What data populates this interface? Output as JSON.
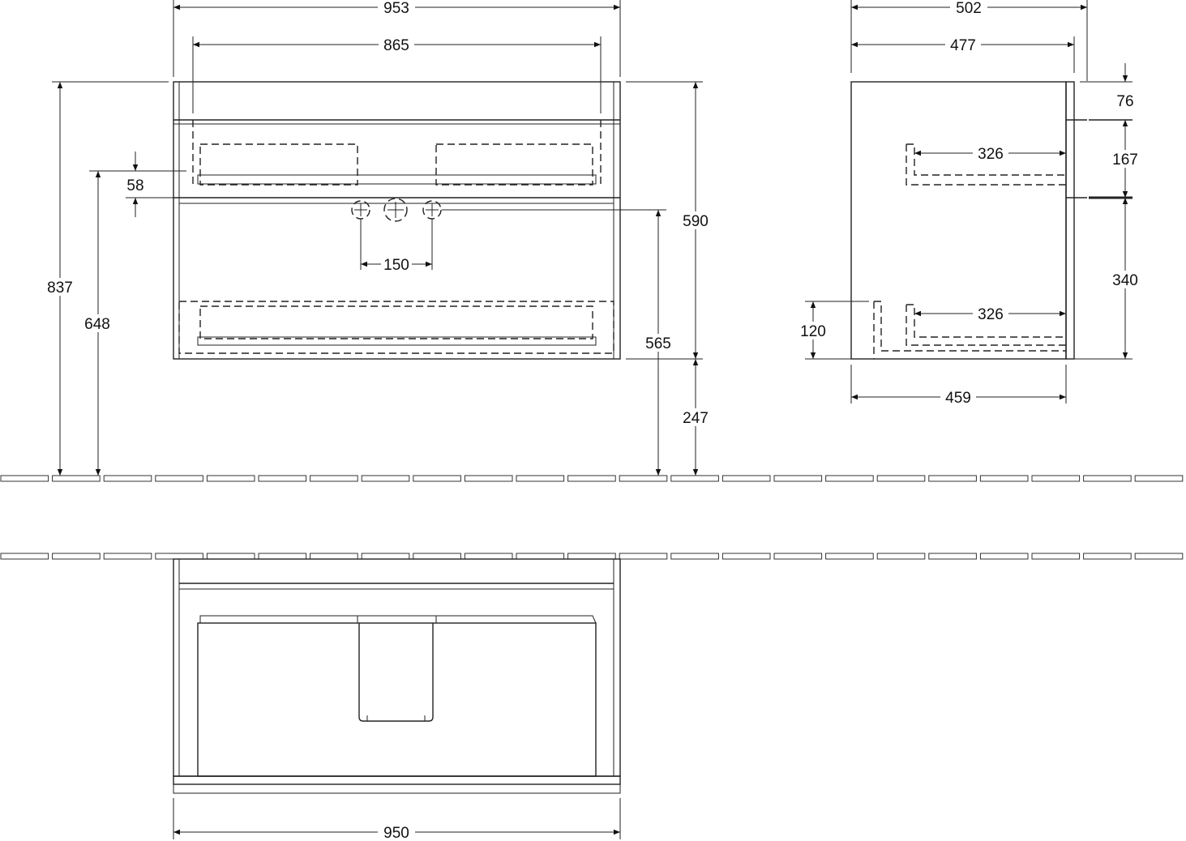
{
  "dimensions": {
    "overall_width": "953",
    "inner_width": "865",
    "overall_height": "837",
    "siphon_height": "648",
    "drawer_gap": "58",
    "tap_spacing": "150",
    "cabinet_height": "590",
    "outlet_height": "565",
    "floor_clearance": "247",
    "side_depth_overall": "502",
    "side_depth_body": "477",
    "top_thickness": "76",
    "upper_drawer": "167",
    "upper_drawer_depth": "326",
    "lower_drawer": "340",
    "lower_drawer_depth": "326",
    "plinth": "120",
    "inner_depth": "459",
    "plan_width": "950"
  }
}
